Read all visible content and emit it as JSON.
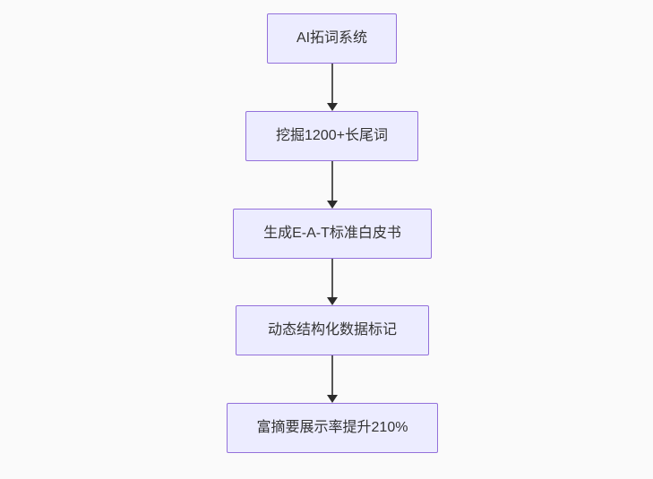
{
  "diagram": {
    "type": "flowchart",
    "direction": "top-down",
    "nodes": [
      {
        "id": "node-1",
        "label": "AI拓词系统"
      },
      {
        "id": "node-2",
        "label": "挖掘1200+长尾词"
      },
      {
        "id": "node-3",
        "label": "生成E-A-T标准白皮书"
      },
      {
        "id": "node-4",
        "label": "动态结构化数据标记"
      },
      {
        "id": "node-5",
        "label": "富摘要展示率提升210%"
      }
    ],
    "edges": [
      {
        "from": "node-1",
        "to": "node-2"
      },
      {
        "from": "node-2",
        "to": "node-3"
      },
      {
        "from": "node-3",
        "to": "node-4"
      },
      {
        "from": "node-4",
        "to": "node-5"
      }
    ],
    "colors": {
      "background": "#fafafa",
      "node_fill": "#ECECFF",
      "node_border": "#9370DB",
      "text": "#333333",
      "edge_line": "#565656",
      "edge_arrowhead": "#2b2b2b"
    }
  }
}
